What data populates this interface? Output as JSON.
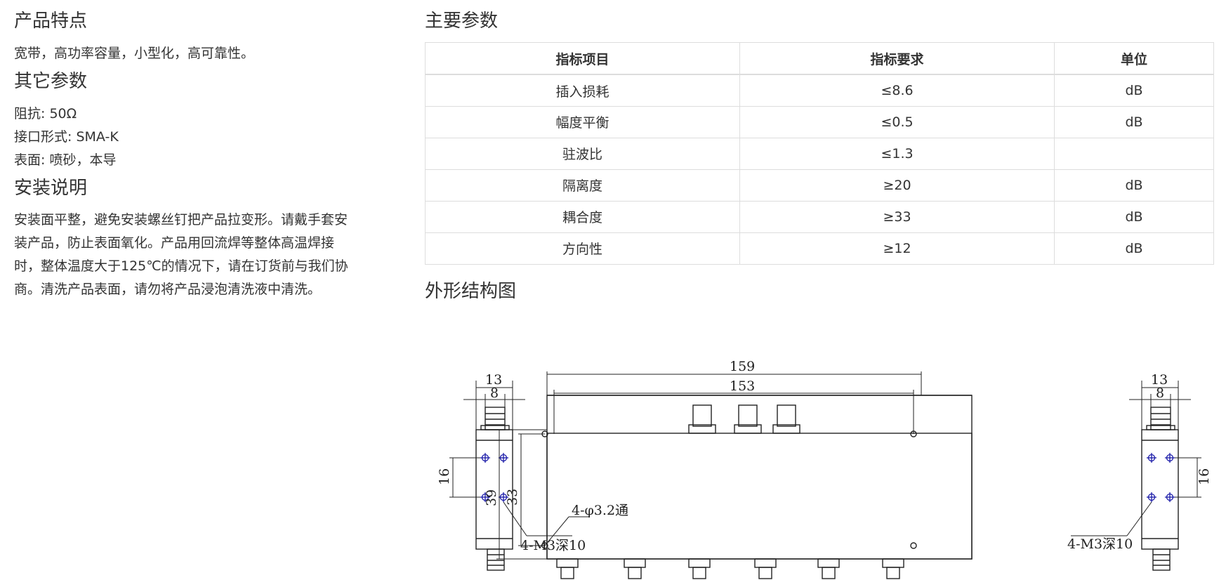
{
  "features": {
    "title": "产品特点",
    "text": "宽带，高功率容量，小型化，高可靠性。"
  },
  "other_params": {
    "title": "其它参数",
    "lines": [
      "阻抗: 50Ω",
      "接口形式: SMA-K",
      "表面: 喷砂，本导"
    ]
  },
  "install": {
    "title": "安装说明",
    "lines": [
      "安装面平整，避免安装螺丝钉把产品拉变形。请戴手套安",
      "装产品，防止表面氧化。产品用回流焊等整体高温焊接",
      "时，整体温度大于125℃的情况下，请在订货前与我们协",
      "商。清洗产品表面，请勿将产品浸泡清洗液中清洗。"
    ]
  },
  "main_params": {
    "title": "主要参数",
    "headers": [
      "指标项目",
      "指标要求",
      "单位"
    ],
    "rows": [
      [
        "插入损耗",
        "≤8.6",
        "dB"
      ],
      [
        "幅度平衡",
        "≤0.5",
        "dB"
      ],
      [
        "驻波比",
        "≤1.3",
        ""
      ],
      [
        "隔离度",
        "≥20",
        "dB"
      ],
      [
        "耦合度",
        "≥33",
        "dB"
      ],
      [
        "方向性",
        "≥12",
        "dB"
      ]
    ]
  },
  "outline": {
    "title": "外形结构图",
    "dims": {
      "overall_length": "159",
      "hole_spacing_length": "153",
      "side_width": "13",
      "side_inner": "8",
      "height": "39",
      "hole_spacing_height": "33",
      "side_hole_spacing": "16",
      "mount_hole": "4-φ3.2通",
      "thread_hole_left": "4-M3深10",
      "thread_hole_right": "4-M3深10"
    }
  }
}
